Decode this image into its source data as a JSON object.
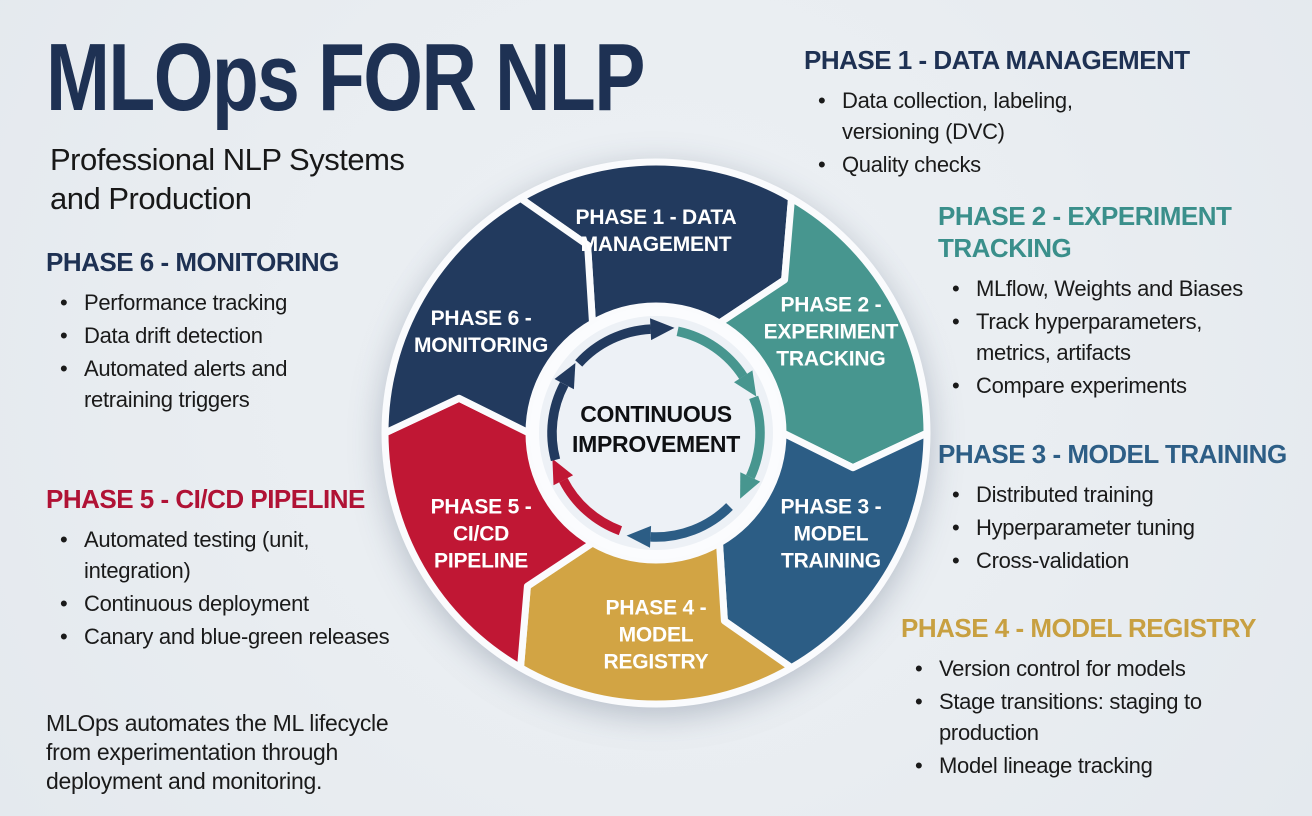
{
  "colors": {
    "background": "#e9edf1",
    "separator": "#fafbfd",
    "center_circle": "#edf1f6",
    "inner_ring": "#fbfcfe",
    "navy": "#223a5e",
    "teal": "#47968f",
    "steel_blue": "#2c5d85",
    "gold": "#d2a444",
    "red": "#c01734",
    "title_navy": "#1e3153",
    "body_text": "#1a1a1a",
    "center_text": "#0f1013"
  },
  "header": {
    "title": "MLOps FOR NLP",
    "subtitle": "Professional NLP Systems\nand Production"
  },
  "wheel": {
    "center_label": "CONTINUOUS\nIMPROVEMENT",
    "segments": [
      {
        "label": "PHASE 1 - DATA\nMANAGEMENT",
        "color": "#223a5e"
      },
      {
        "label": "PHASE 2 -\nEXPERIMENT\nTRACKING",
        "color": "#47968f"
      },
      {
        "label": "PHASE 3 -\nMODEL\nTRAINING",
        "color": "#2c5d85"
      },
      {
        "label": "PHASE 4 -\nMODEL\nREGISTRY",
        "color": "#d2a444"
      },
      {
        "label": "PHASE 5 -\nCI/CD\nPIPELINE",
        "color": "#c01734"
      },
      {
        "label": "PHASE 6 -\nMONITORING",
        "color": "#223a5e"
      }
    ],
    "cycle_arrows": [
      {
        "color": "#223a5e",
        "start": 312,
        "end": 357
      },
      {
        "color": "#47968f",
        "start": 12,
        "end": 57
      },
      {
        "color": "#47968f",
        "start": 70,
        "end": 115
      },
      {
        "color": "#2c5d85",
        "start": 135,
        "end": 183
      },
      {
        "color": "#c01734",
        "start": 200,
        "end": 243
      },
      {
        "color": "#223a5e",
        "start": 255,
        "end": 298
      }
    ]
  },
  "panels": {
    "phase1": {
      "heading": "PHASE 1 - DATA MANAGEMENT",
      "color": "#1e3153",
      "bullets": [
        "Data collection, labeling,\nversioning (DVC)",
        "Quality checks"
      ]
    },
    "phase2": {
      "heading": "PHASE 2 - EXPERIMENT\nTRACKING",
      "color": "#3a8f8b",
      "bullets": [
        "MLflow, Weights and Biases",
        "Track hyperparameters,\nmetrics, artifacts",
        "Compare experiments"
      ]
    },
    "phase3": {
      "heading": "PHASE 3 - MODEL TRAINING",
      "color": "#2d5e86",
      "bullets": [
        "Distributed training",
        "Hyperparameter tuning",
        "Cross-validation"
      ]
    },
    "phase4": {
      "heading": "PHASE 4 - MODEL REGISTRY",
      "color": "#c8a041",
      "bullets": [
        "Version control for models",
        "Stage transitions: staging to\nproduction",
        "Model lineage tracking"
      ]
    },
    "phase5": {
      "heading": "PHASE 5 - CI/CD PIPELINE",
      "color": "#b01235",
      "bullets": [
        "Automated testing (unit,\nintegration)",
        "Continuous deployment",
        "Canary and blue-green releases"
      ]
    },
    "phase6": {
      "heading": "PHASE 6 - MONITORING",
      "color": "#1e3153",
      "bullets": [
        "Performance tracking",
        "Data drift detection",
        "Automated alerts and\nretraining triggers"
      ]
    }
  },
  "footer_note": "MLOps automates the ML lifecycle\nfrom experimentation through\ndeployment and monitoring."
}
